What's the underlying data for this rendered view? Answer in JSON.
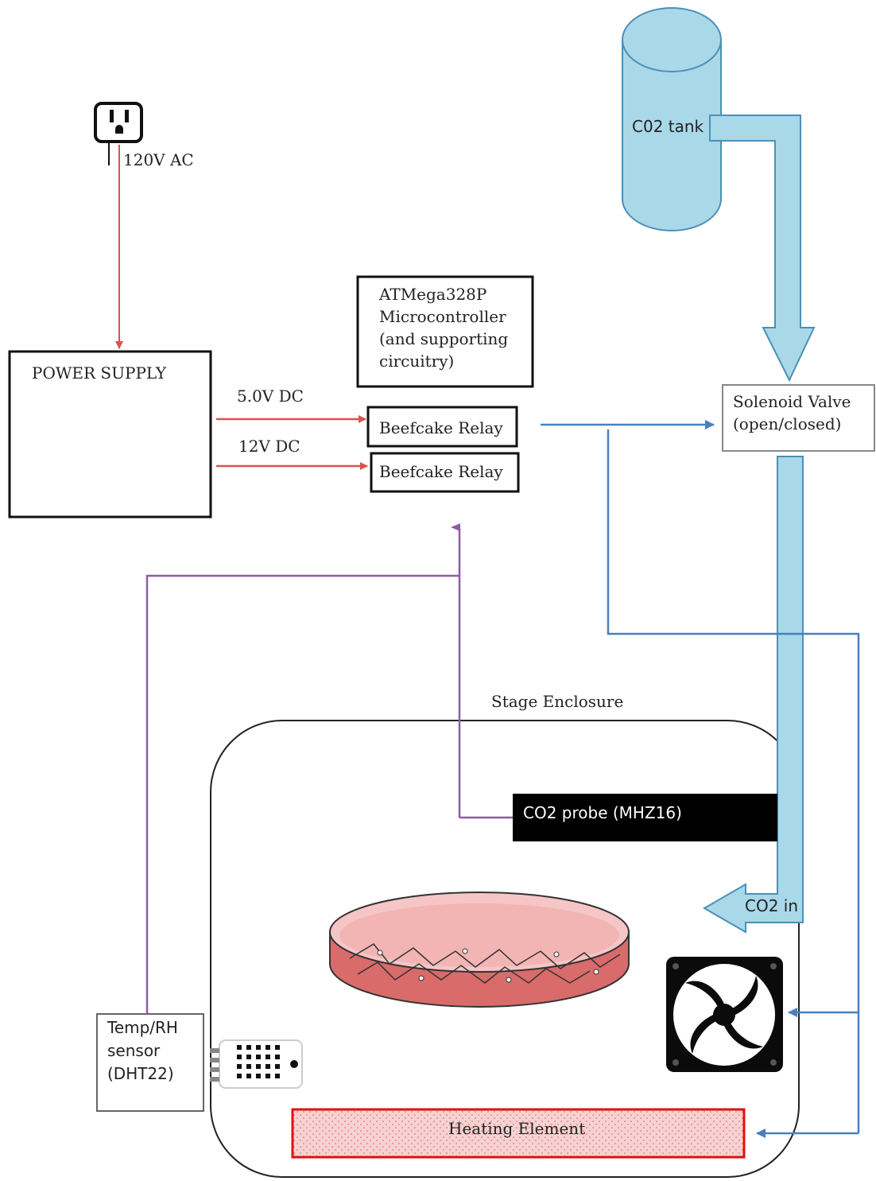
{
  "labels": {
    "ac": "120V AC",
    "power_supply": "POWER SUPPLY",
    "dc5": "5.0V DC",
    "dc12": "12V DC",
    "mcu": [
      "ATMega328P",
      "Microcontroller",
      "(and supporting",
      "circuitry)"
    ],
    "relay1": "Beefcake Relay",
    "relay2": "Beefcake Relay",
    "co2_tank": "C02 tank",
    "solenoid": [
      "Solenoid Valve",
      "(open/closed)"
    ],
    "stage": "Stage Enclosure",
    "co2_probe": "CO2 probe (MHZ16)",
    "co2_in": "CO2 in",
    "sensor": [
      "Temp/RH",
      "sensor",
      "(DHT22)"
    ],
    "heating": "Heating Element"
  },
  "colors": {
    "power_wire": "#d9534f",
    "signal_wire": "#4a7fc1",
    "sensor_wire": "#8e5aa8",
    "gas_pipe": "#a9d8e8",
    "gas_pipe_edge": "#4a90b8",
    "tank": "#a9d8e8",
    "heater_fill": "#f4c6c6",
    "heater_edge": "#e01010",
    "dish_fill": "#e79a9a"
  },
  "icons": {
    "outlet": "power-outlet-icon",
    "fan": "cooling-fan-icon",
    "sensor": "dht22-sensor-icon",
    "dish": "petri-dish-icon"
  }
}
